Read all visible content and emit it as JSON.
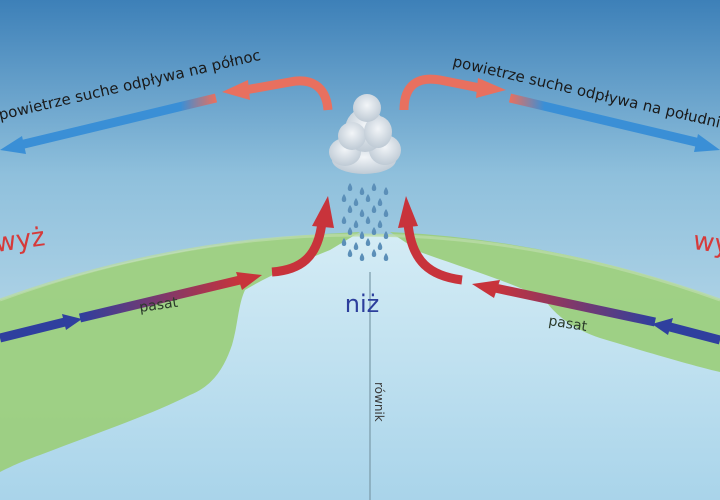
{
  "labels": {
    "north_dry_air": "powietrze suche odpływa na północ",
    "south_dry_air": "powietrze suche odpływa na południe",
    "high_left": "wyż",
    "high_right": "wyż",
    "low": "niż",
    "trade_wind_left": "pasat",
    "trade_wind_right": "pasat",
    "equator": "równik"
  },
  "colors": {
    "sky_top": "#3d80b8",
    "sky_bottom": "#cfe6f0",
    "ocean": "#bfe0ee",
    "land": "#9ccf7e",
    "warm_arrow": "#d63a3a",
    "cold_arrow": "#3a4fa8",
    "dry_arrow_blue": "#3a8fd6",
    "high_text": "#d63a3a",
    "low_text": "#2c3e9c"
  }
}
